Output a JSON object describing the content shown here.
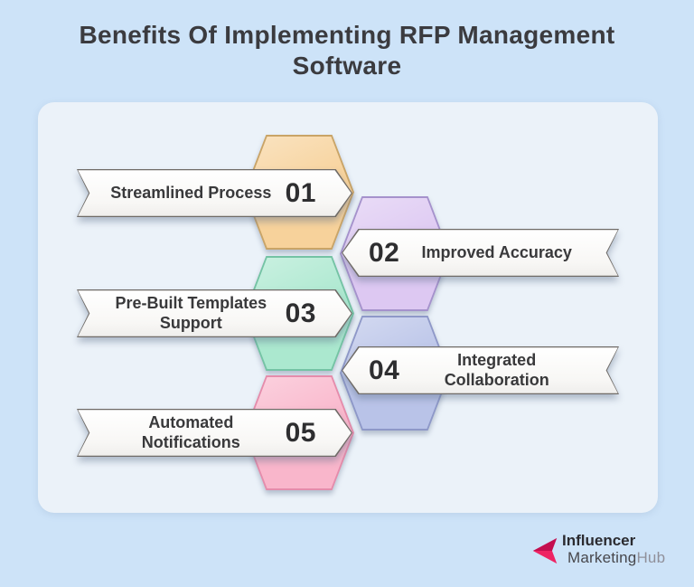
{
  "title": {
    "lines": [
      "Benefits Of Implementing RFP Management",
      "Software"
    ]
  },
  "items": [
    {
      "number": "01",
      "label": "Streamlined Process",
      "side": "left",
      "hex_fill": "#f7d29b",
      "hex_border": "#c9a467"
    },
    {
      "number": "02",
      "label": "Improved Accuracy",
      "side": "right",
      "hex_fill": "#ddc8f2",
      "hex_border": "#a592cc"
    },
    {
      "number": "03",
      "label": "Pre-Built Templates Support",
      "side": "left",
      "hex_fill": "#abe8cf",
      "hex_border": "#74c3a4"
    },
    {
      "number": "04",
      "label": "Integrated Collaboration",
      "side": "right",
      "hex_fill": "#b9c3e8",
      "hex_border": "#8e98c8"
    },
    {
      "number": "05",
      "label": "Automated Notifications",
      "side": "left",
      "hex_fill": "#f9b6cb",
      "hex_border": "#e58cab"
    }
  ],
  "logo": {
    "line1": "Influencer",
    "line2_marketing": "Marketing",
    "line2_hub": "Hub",
    "icon_dark": "#c40e4f",
    "icon_bright": "#ee2363",
    "line1_color": "#2b2b30",
    "marketing_color": "#47474c",
    "hub_color": "#90909a"
  },
  "colors": {
    "background": "#cde3f8",
    "card": "#ebf2f9",
    "title": "#3b3b3f",
    "label_text": "#39393b",
    "number_text": "#2e2e30"
  }
}
